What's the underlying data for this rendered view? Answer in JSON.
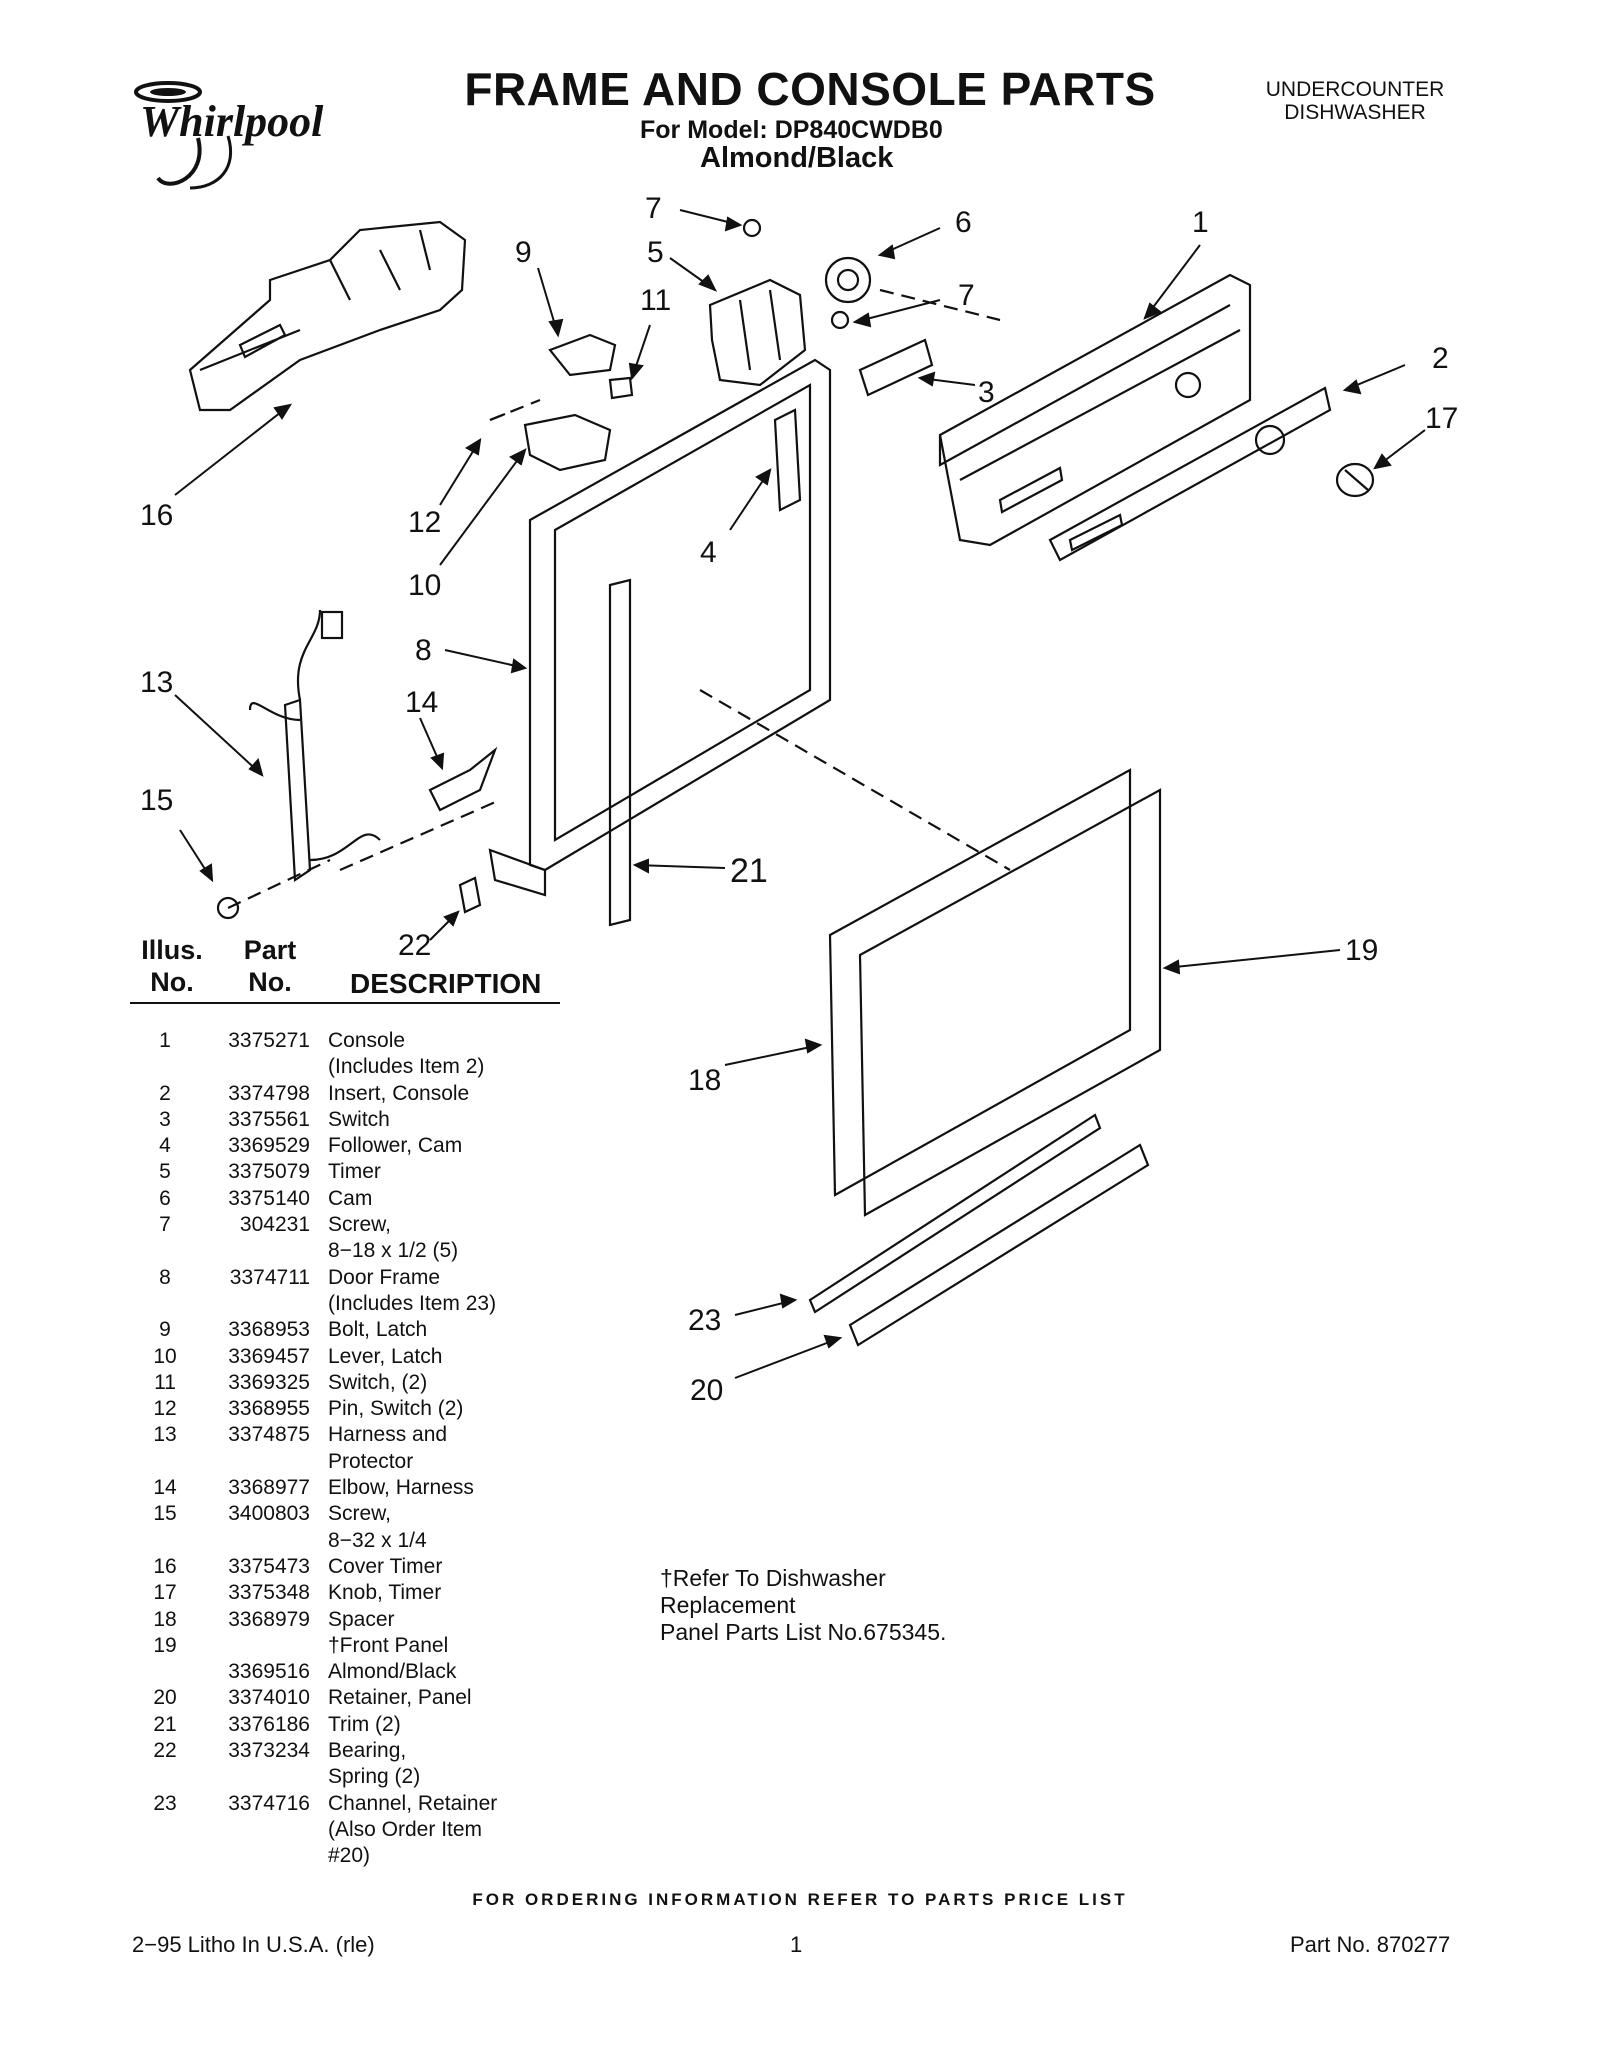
{
  "brand": "Whirlpool",
  "header": {
    "title": "FRAME AND CONSOLE PARTS",
    "model_line": "For Model: DP840CWDB0",
    "color_line": "Almond/Black",
    "product_line1": "UNDERCOUNTER",
    "product_line2": "DISHWASHER"
  },
  "callouts": [
    "7",
    "6",
    "1",
    "9",
    "5",
    "11",
    "7",
    "2",
    "3",
    "17",
    "16",
    "12",
    "4",
    "10",
    "8",
    "13",
    "14",
    "15",
    "21",
    "22",
    "19",
    "18",
    "23",
    "20"
  ],
  "table": {
    "col_illus_1": "Illus.",
    "col_illus_2": "No.",
    "col_part_1": "Part",
    "col_part_2": "No.",
    "col_desc": "DESCRIPTION",
    "rows": [
      {
        "illus": "1",
        "part": "3375271",
        "desc": "Console"
      },
      {
        "illus": "",
        "part": "",
        "desc": "(Includes Item 2)"
      },
      {
        "illus": "2",
        "part": "3374798",
        "desc": "Insert, Console"
      },
      {
        "illus": "3",
        "part": "3375561",
        "desc": "Switch"
      },
      {
        "illus": "4",
        "part": "3369529",
        "desc": "Follower, Cam"
      },
      {
        "illus": "5",
        "part": "3375079",
        "desc": "Timer"
      },
      {
        "illus": "6",
        "part": "3375140",
        "desc": "Cam"
      },
      {
        "illus": "7",
        "part": "304231",
        "desc": "Screw,"
      },
      {
        "illus": "",
        "part": "",
        "desc": "8−18 x 1/2 (5)"
      },
      {
        "illus": "8",
        "part": "3374711",
        "desc": "Door Frame"
      },
      {
        "illus": "",
        "part": "",
        "desc": "(Includes Item 23)"
      },
      {
        "illus": "9",
        "part": "3368953",
        "desc": "Bolt, Latch"
      },
      {
        "illus": "10",
        "part": "3369457",
        "desc": "Lever, Latch"
      },
      {
        "illus": "11",
        "part": "3369325",
        "desc": "Switch, (2)"
      },
      {
        "illus": "12",
        "part": "3368955",
        "desc": "Pin, Switch (2)"
      },
      {
        "illus": "13",
        "part": "3374875",
        "desc": "Harness and"
      },
      {
        "illus": "",
        "part": "",
        "desc": "Protector"
      },
      {
        "illus": "14",
        "part": "3368977",
        "desc": "Elbow, Harness"
      },
      {
        "illus": "15",
        "part": "3400803",
        "desc": "Screw,"
      },
      {
        "illus": "",
        "part": "",
        "desc": "8−32 x 1/4"
      },
      {
        "illus": "16",
        "part": "3375473",
        "desc": "Cover Timer"
      },
      {
        "illus": "17",
        "part": "3375348",
        "desc": "Knob, Timer"
      },
      {
        "illus": "18",
        "part": "3368979",
        "desc": "Spacer"
      },
      {
        "illus": "19",
        "part": "",
        "desc": "†Front Panel"
      },
      {
        "illus": "",
        "part": "3369516",
        "desc": "Almond/Black"
      },
      {
        "illus": "20",
        "part": "3374010",
        "desc": "Retainer, Panel"
      },
      {
        "illus": "21",
        "part": "3376186",
        "desc": "Trim (2)"
      },
      {
        "illus": "22",
        "part": "3373234",
        "desc": "Bearing,"
      },
      {
        "illus": "",
        "part": "",
        "desc": "Spring (2)"
      },
      {
        "illus": "23",
        "part": "3374716",
        "desc": "Channel, Retainer"
      },
      {
        "illus": "",
        "part": "",
        "desc": "(Also Order Item"
      },
      {
        "illus": "",
        "part": "",
        "desc": "#20)"
      }
    ]
  },
  "note": {
    "line1": "†Refer To Dishwasher",
    "line2": "Replacement",
    "line3": "Panel Parts List No.675345."
  },
  "footer": {
    "ordering": "FOR ORDERING INFORMATION REFER TO PARTS PRICE LIST",
    "litho": "2−95 Litho In U.S.A. (rle)",
    "page": "1",
    "part_no": "Part No. 870277"
  }
}
